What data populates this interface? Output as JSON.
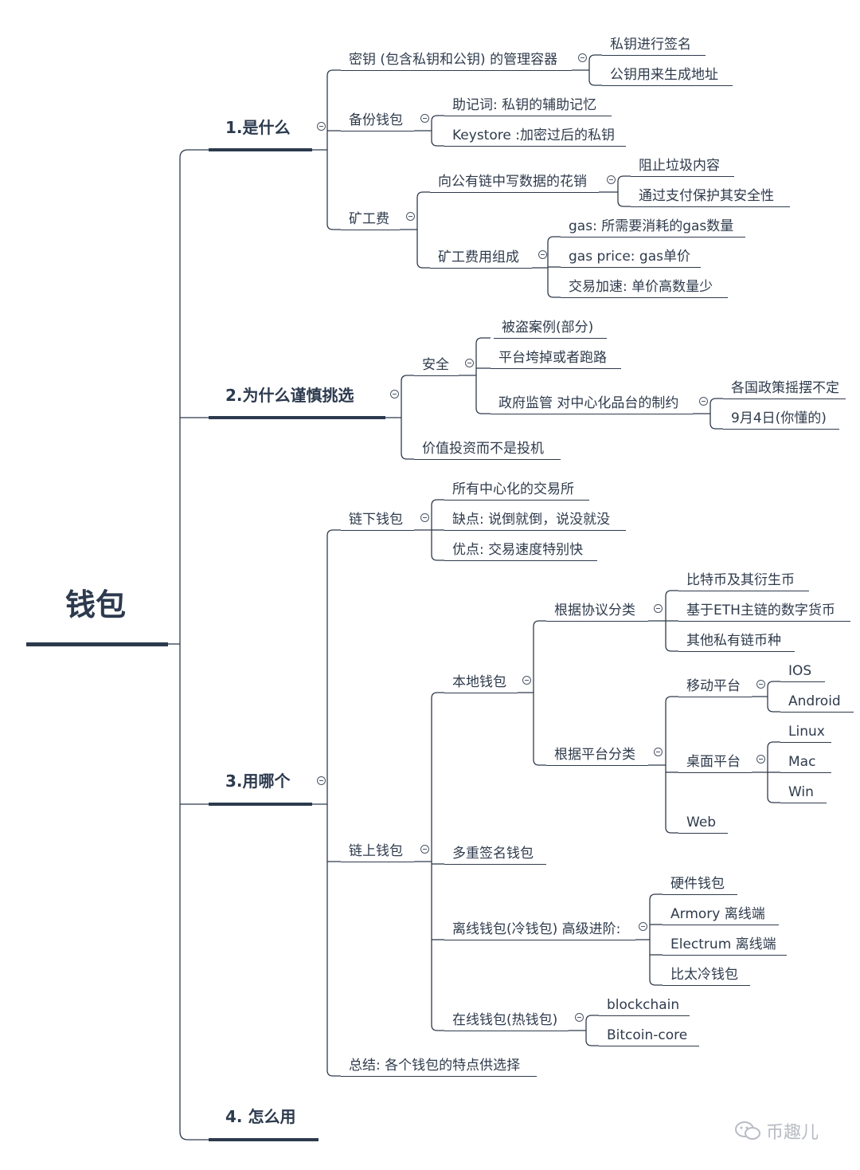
{
  "root": "钱包",
  "branches": {
    "what": {
      "label": "1.是什么",
      "items": {
        "key": {
          "label": "密钥 (包含私钥和公钥) 的管理容器",
          "children": [
            "私钥进行签名",
            "公钥用来生成地址"
          ]
        },
        "backup": {
          "label": "备份钱包",
          "children": [
            "助记词: 私钥的辅助记忆",
            "Keystore :加密过后的私钥"
          ]
        },
        "fee": {
          "label": "矿工费",
          "write": {
            "label": "向公有链中写数据的花销",
            "children": [
              "阻止垃圾内容",
              "通过支付保护其安全性"
            ]
          },
          "composition": {
            "label": "矿工费用组成",
            "children": [
              "gas: 所需要消耗的gas数量",
              "gas price: gas单价",
              "交易加速: 单价高数量少"
            ]
          }
        }
      }
    },
    "why": {
      "label": "2.为什么谨慎挑选",
      "security": {
        "label": "安全",
        "children": [
          "被盗案例(部分)",
          "平台垮掉或者跑路"
        ],
        "gov": {
          "label": "政府监管 对中心化品台的制约",
          "children": [
            "各国政策摇摆不定",
            "9月4日(你懂的)"
          ]
        }
      },
      "value": "价值投资而不是投机"
    },
    "which": {
      "label": "3.用哪个",
      "offchain": {
        "label": "链下钱包",
        "children": [
          "所有中心化的交易所",
          "缺点: 说倒就倒，说没就没",
          "优点: 交易速度特别快"
        ]
      },
      "onchain": {
        "label": "链上钱包",
        "local": {
          "label": "本地钱包",
          "protocol": {
            "label": "根据协议分类",
            "children": [
              "比特币及其衍生币",
              "基于ETH主链的数字货币",
              "其他私有链币种"
            ]
          },
          "platform": {
            "label": "根据平台分类",
            "mobile": {
              "label": "移动平台",
              "children": [
                "IOS",
                "Android"
              ]
            },
            "desktop": {
              "label": "桌面平台",
              "children": [
                "Linux",
                "Mac",
                "Win"
              ]
            },
            "web": "Web"
          }
        },
        "multisig": "多重签名钱包",
        "cold": {
          "label": "离线钱包(冷钱包) 高级进阶:",
          "children": [
            "硬件钱包",
            "Armory 离线端",
            "Electrum 离线端",
            "比太冷钱包"
          ]
        },
        "hot": {
          "label": "在线钱包(热钱包)",
          "children": [
            "blockchain",
            "Bitcoin-core"
          ]
        }
      },
      "summary": "总结: 各个钱包的特点供选择"
    },
    "how": {
      "label": "4. 怎么用"
    }
  },
  "watermark": "币趣儿",
  "colors": {
    "line": "#2f3b4c",
    "heading": "#2c3a4e",
    "watermark": "#b7bcc3"
  }
}
